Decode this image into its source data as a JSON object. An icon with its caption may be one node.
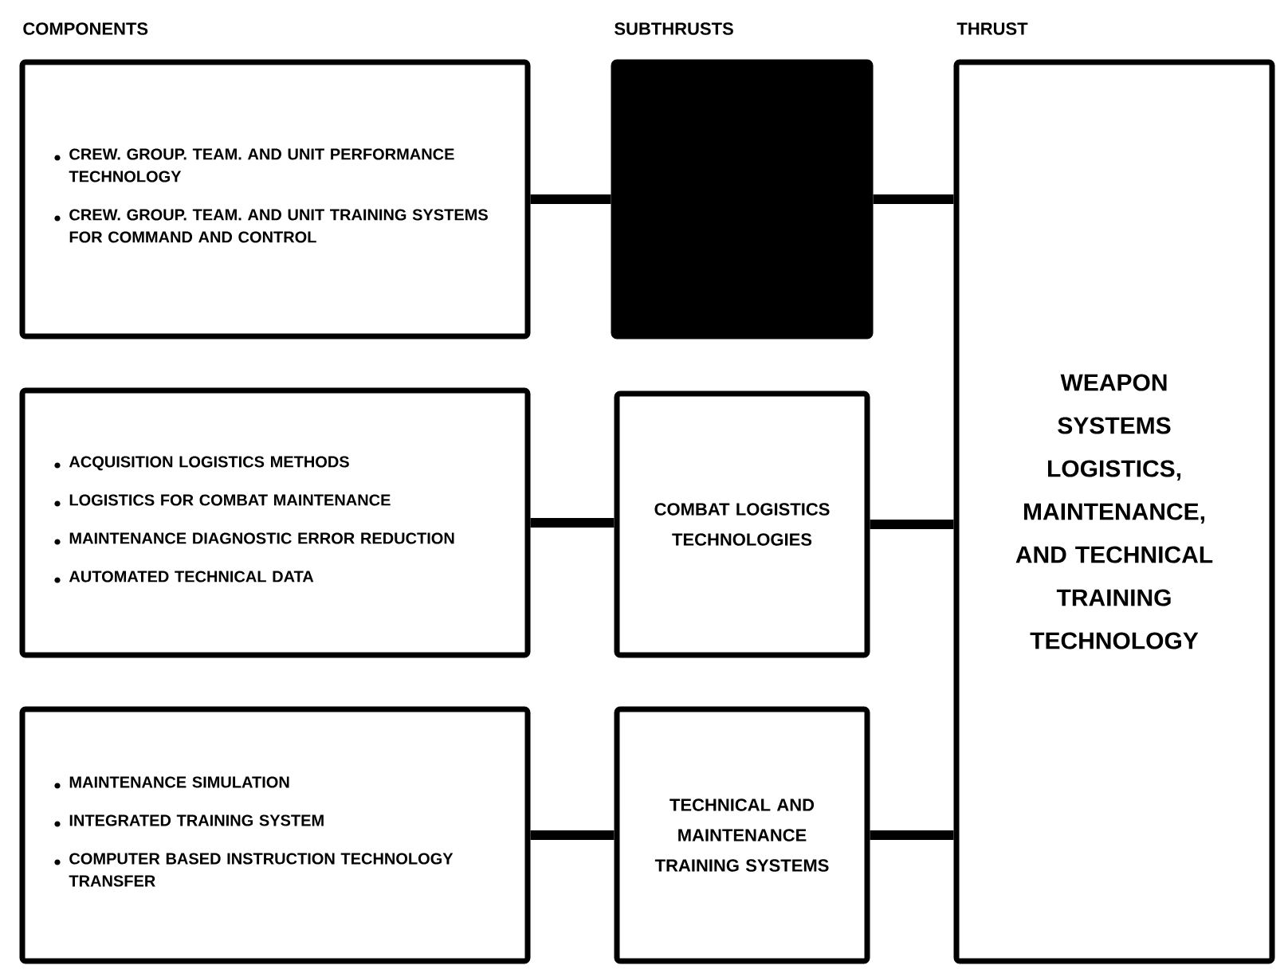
{
  "diagram": {
    "nodes": [
      {
        "text": [
          "CREW. GROUP. TEAM. AND UNIT PERFORMANCE TECHNOLOGY",
          "CREW. GROUP. TEAM. AND UNIT TRAINING SYSTEMS FOR COMMAND AND CONTROL"
        ]
      },
      {
        "text": [
          "ACQUISITION LOGISTICS METHODS",
          "LOGISTICS FOR COMBAT MAINTENANCE",
          "MAINTENANCE DIAGNOSTIC ERROR REDUCTION",
          "AUTOMATED TECHNICAL DATA"
        ]
      },
      {
        "text": [
          "MAINTENANCE SIMULATION",
          "INTEGRATED TRAINING SYSTEM",
          "COMPUTER BASED INSTRUCTION TECHNOLOGY TRANSFER"
        ]
      },
      {
        "text": [],
        "shape": "box"
      },
      {
        "text": [
          "COMBAT LOGISTICS TECHNOLOGIES"
        ]
      },
      {
        "text": [
          "TECHNICAL AND MAINTENANCE TRAINING SYSTEMS"
        ]
      },
      {
        "text": [
          "WEAPON SYSTEMS LOGISTICS, MAINTENANCE, AND TECHNICAL TRAINING TECHNOLOGY"
        ]
      }
    ],
    "edges": [
      {
        "from": 0,
        "to": 3,
        "arrow": "none"
      },
      {
        "from": 1,
        "to": 4,
        "arrow": "none"
      },
      {
        "from": 2,
        "to": 5,
        "arrow": "none"
      },
      {
        "from": 3,
        "to": 6,
        "arrow": "none"
      },
      {
        "from": 4,
        "to": 6,
        "arrow": "none"
      },
      {
        "from": 5,
        "to": 6,
        "arrow": "none"
      }
    ],
    "labels": [
      "COMPONENTS",
      "SUBTHRUSTS",
      "THRUST"
    ]
  }
}
